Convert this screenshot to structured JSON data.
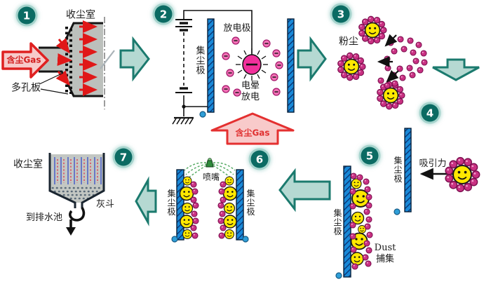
{
  "steps": {
    "s1": {
      "num": "1",
      "room_label": "收尘室",
      "gas_label": "含尘Gas",
      "plate_label": "多孔板"
    },
    "s2": {
      "num": "2",
      "discharge_label": "放电极",
      "collecting_label": "集尘极",
      "corona_label": "电晕\n放电",
      "gas_label": "含尘Gas"
    },
    "s3": {
      "num": "3",
      "dust_label": "粉尘"
    },
    "s4": {
      "num": "4",
      "collecting_label": "集尘极",
      "attraction_label": "吸引力"
    },
    "s5": {
      "num": "5",
      "collecting_label": "集尘极",
      "capture_label": "Dust\n捕集"
    },
    "s6": {
      "num": "6",
      "nozzle_label": "喷嘴",
      "collecting_left_label": "集尘极",
      "collecting_right_label": "集尘极"
    },
    "s7": {
      "num": "7",
      "room_label": "收尘室",
      "hopper_label": "灰斗",
      "drain_label": "到排水池"
    }
  },
  "colors": {
    "flow_arrow_fill": "#b5d9d2",
    "flow_arrow_border": "#1b7a6e",
    "badge": "#0b6b63",
    "electrode_blue": "#1989d8",
    "ion_pink": "#d63384",
    "dust_yellow": "#ffe800",
    "gas_arrow_red": "#e43030",
    "gas_arrow_fill": "#f7caca"
  }
}
